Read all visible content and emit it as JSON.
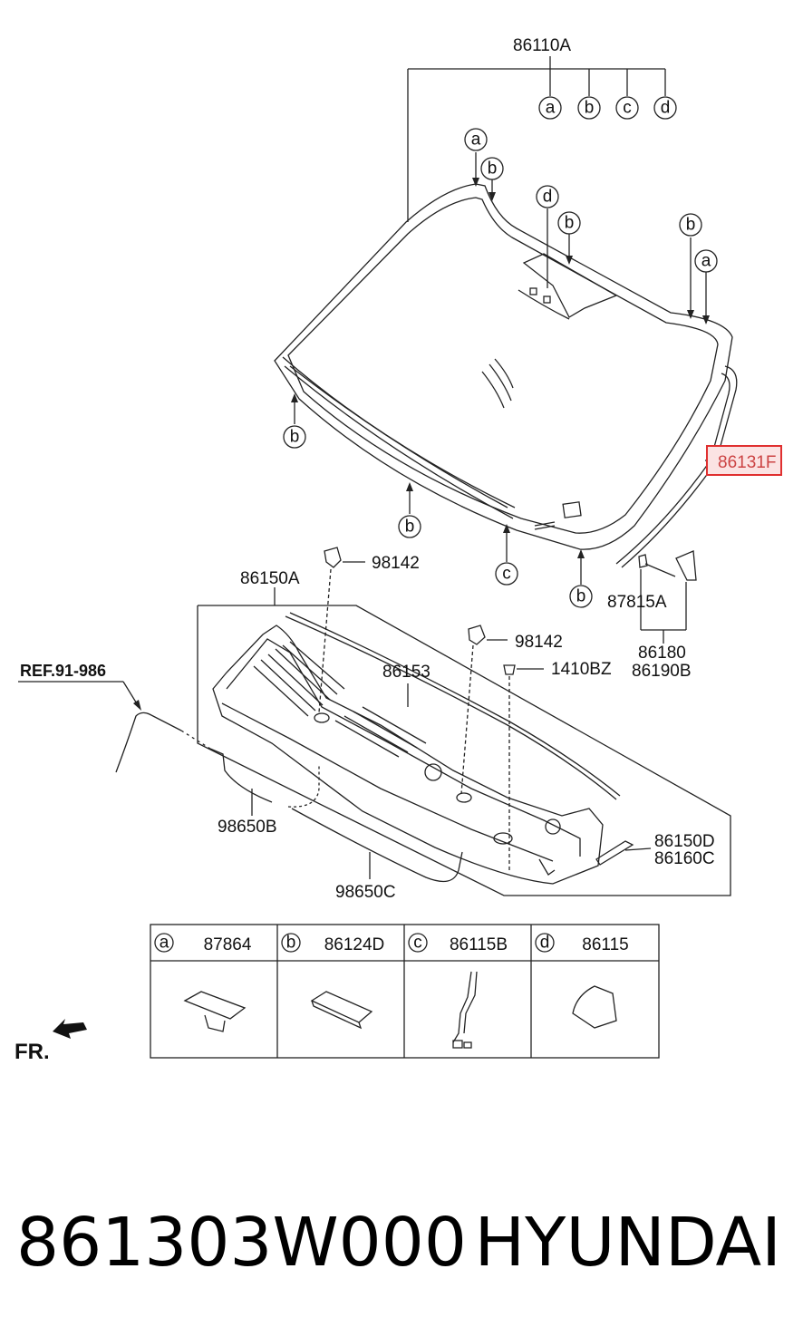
{
  "parts": {
    "windshield_assy": "86110A",
    "sub_codes": [
      "a",
      "b",
      "c",
      "d"
    ],
    "windshield_molding": "86131F",
    "cowl_panel_assy": "86150A",
    "washer_nozzle_1": "98142",
    "washer_nozzle_2": "98142",
    "clip": "1410BZ",
    "cowl_seal": "86153",
    "bracket_clip": "87815A",
    "cowl_cover_lh": "86180",
    "cowl_cover_rh": "86190B",
    "cowl_side_1": "86150D",
    "cowl_side_2": "86160C",
    "washer_hose_1": "98650B",
    "washer_hose_2": "98650C",
    "reference": "REF.91-986",
    "front_indicator": "FR."
  },
  "legend": [
    {
      "letter": "a",
      "part": "87864"
    },
    {
      "letter": "b",
      "part": "86124D"
    },
    {
      "letter": "c",
      "part": "86115B"
    },
    {
      "letter": "d",
      "part": "86115"
    }
  ],
  "footer": {
    "part_number": "861303W000",
    "brand": "HYUNDAI"
  }
}
